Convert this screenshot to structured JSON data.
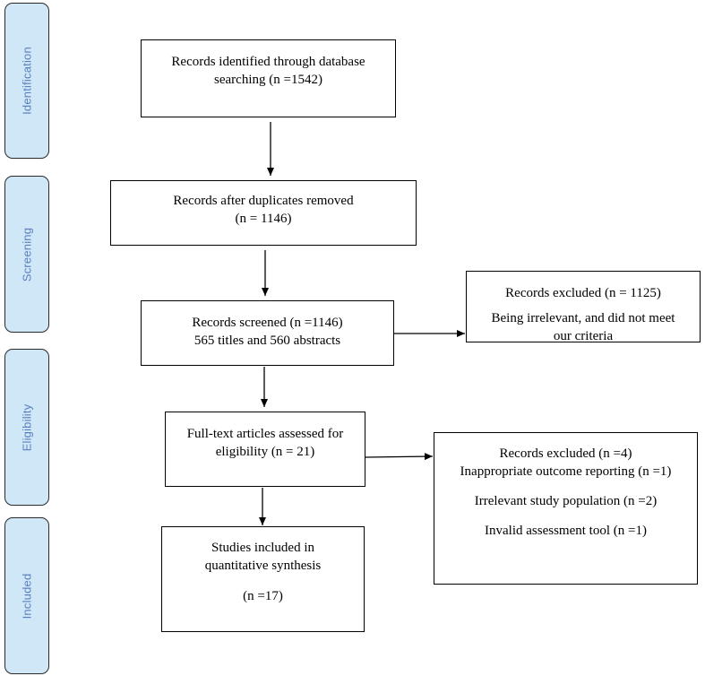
{
  "stages": {
    "identification": "Identification",
    "screening": "Screening",
    "eligibility": "Eligibility",
    "included": "Included"
  },
  "boxes": {
    "identified": {
      "line1": "Records identified through database",
      "line2": "searching (n =1542)"
    },
    "duplicates": {
      "line1": "Records after duplicates removed",
      "line2": "(n = 1146)"
    },
    "screened": {
      "line1": "Records screened (n =1146)",
      "line2": "565 titles and 560 abstracts"
    },
    "excluded_1": {
      "line1": "Records excluded (n = 1125)",
      "line2": "Being irrelevant, and did not meet",
      "line3": "our criteria"
    },
    "fulltext": {
      "line1": "Full-text articles assessed for",
      "line2": "eligibility (n = 21)"
    },
    "excluded_2": {
      "line1": "Records excluded (n =4)",
      "line2": "Inappropriate outcome reporting (n =1)",
      "line3": "Irrelevant study population (n =2)",
      "line4": "Invalid assessment tool (n =1)"
    },
    "included": {
      "line1": "Studies included in",
      "line2": "quantitative synthesis",
      "line3": "(n =17)"
    }
  }
}
